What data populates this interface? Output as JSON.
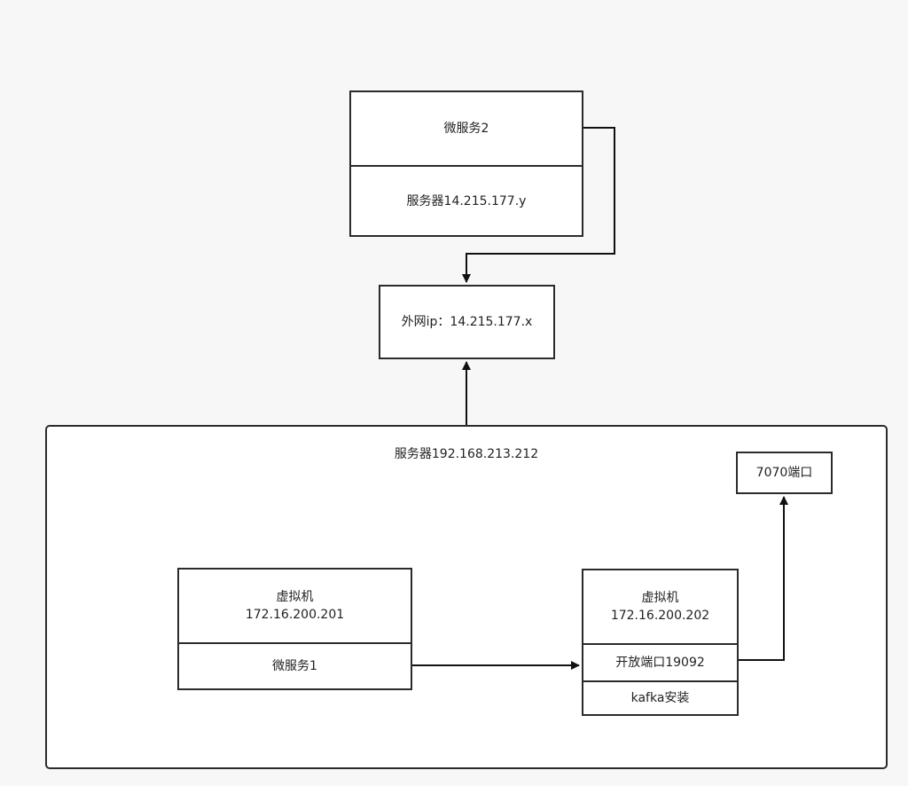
{
  "nodes": {
    "microservice2": {
      "title": "微服务2",
      "server": "服务器14.215.177.y"
    },
    "public_ip": {
      "label": "外网ip：14.215.177.x"
    },
    "server_container": {
      "title": "服务器192.168.213.212"
    },
    "port_7070": {
      "label": "7070端口"
    },
    "vm1": {
      "title": "虚拟机\n172.16.200.201",
      "service": "微服务1"
    },
    "vm2": {
      "title": "虚拟机\n172.16.200.202",
      "port": "开放端口19092",
      "install": "kafka安装"
    }
  },
  "edges": [
    {
      "from": "microservice2",
      "to": "public_ip"
    },
    {
      "from": "server_container",
      "to": "public_ip"
    },
    {
      "from": "vm1",
      "to": "vm2"
    },
    {
      "from": "vm2",
      "to": "port_7070"
    }
  ],
  "colors": {
    "stroke": "#2b2b2b",
    "background": "#f7f7f7",
    "node_fill": "#ffffff"
  }
}
